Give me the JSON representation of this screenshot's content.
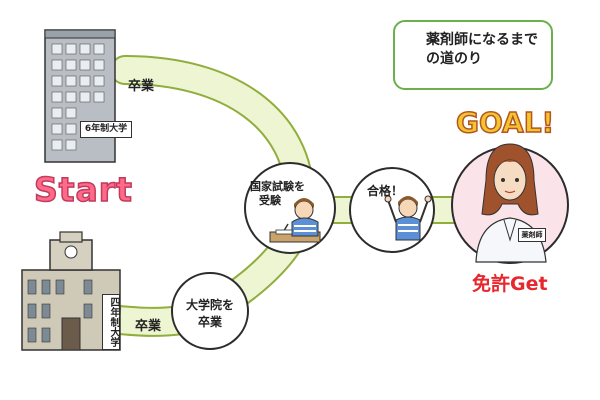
{
  "title": "薬剤師になるまでの道のり",
  "start_label": "Start",
  "goal_label": "GOAL!",
  "license_label": "免許Get",
  "six_year_sign": "6年制大学",
  "four_year_sign": "四年制大学",
  "graduate_top": "卒業",
  "graduate_bottom": "卒業",
  "grad_school_line1": "大学院を",
  "grad_school_line2": "卒業",
  "exam_line1": "国家試験を",
  "exam_line2": "受験",
  "pass_label": "合格！",
  "name_tag": "薬剤師",
  "colors": {
    "path": "#eef5d2",
    "path_stroke": "#8fae3c",
    "circle_stroke": "#2c2c2c",
    "accent_green": "#6ab04c",
    "start": "#ff6a88",
    "goal": "#f4c430",
    "license": "#e8262c"
  },
  "icons": [
    "medicine-box-icon",
    "six-year-university-building",
    "four-year-university-building",
    "student-studying-figure",
    "student-cheering-figure",
    "pharmacist-figure"
  ]
}
